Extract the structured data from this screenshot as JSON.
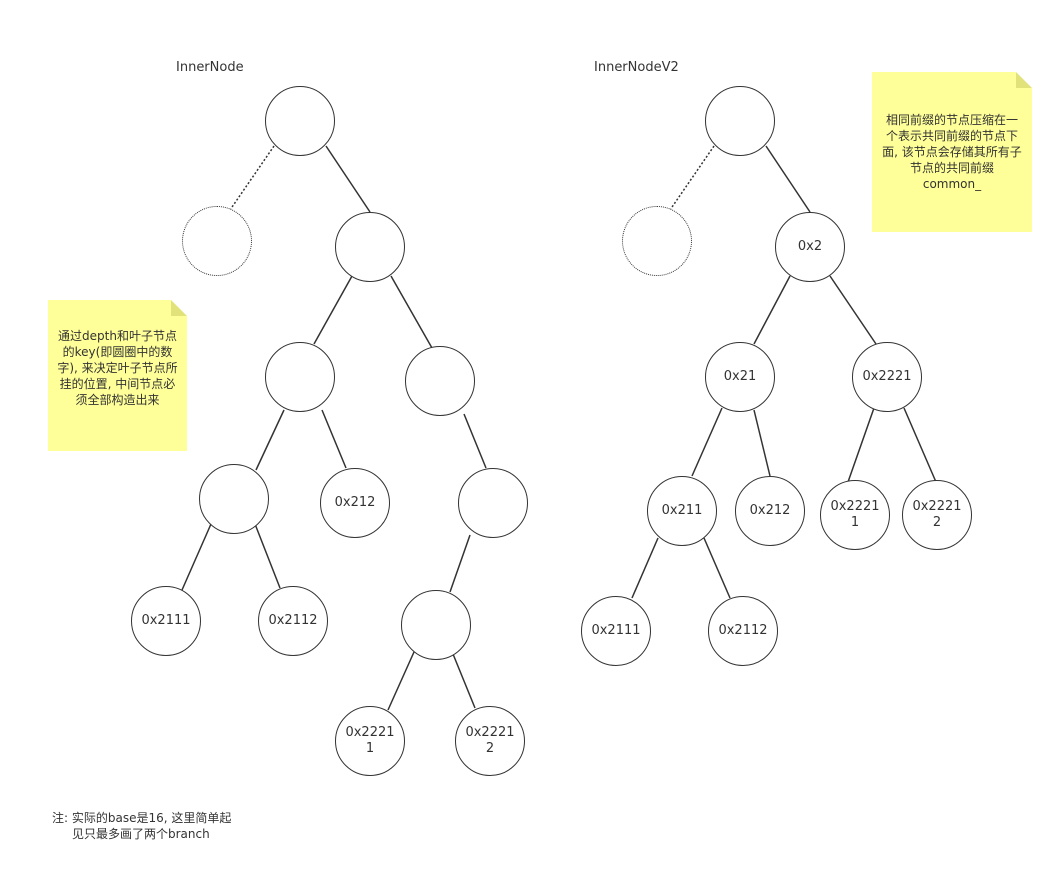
{
  "diagrams": {
    "left_title": "InnerNode",
    "right_title": "InnerNodeV2"
  },
  "notes": {
    "left": "通过depth和叶子节点的key(即圆圈中的数字), 来决定叶子节点所挂的位置, 中间节点必须全部构造出来",
    "right": "相同前缀的节点压缩在一个表示共同前缀的节点下面, 该节点会存储其所有子节点的共同前缀common_"
  },
  "footnote": {
    "line1": "注: 实际的base是16, 这里简单起",
    "line2": "见只最多画了两个branch"
  },
  "left_tree": {
    "n212": "0x212",
    "n2111": "0x2111",
    "n2112": "0x2112",
    "n22211": "0x2221 1",
    "n22212": "0x2221 2"
  },
  "right_tree": {
    "n2": "0x2",
    "n21": "0x21",
    "n2221": "0x2221",
    "n211": "0x211",
    "n212": "0x212",
    "n22211": "0x2221 1",
    "n22212": "0x2221 2",
    "n2111": "0x2111",
    "n2112": "0x2112"
  }
}
